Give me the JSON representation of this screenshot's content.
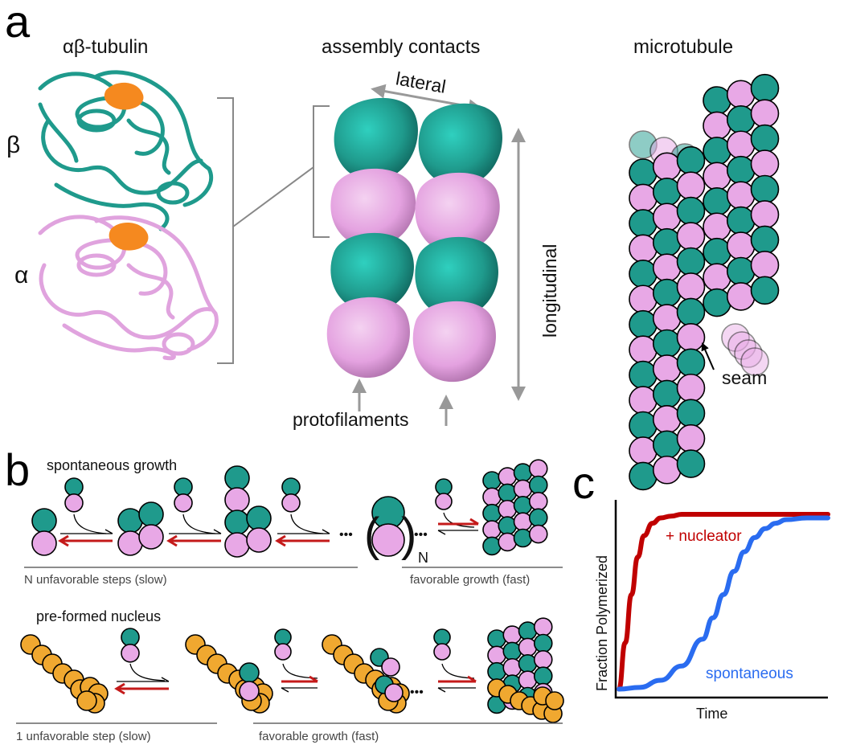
{
  "panels": {
    "a": "a",
    "b": "b",
    "c": "c"
  },
  "panel_a": {
    "tubulin_title": "αβ-tubulin",
    "beta_label": "β",
    "alpha_label": "α",
    "contacts_title": "assembly contacts",
    "lateral_label": "lateral",
    "longitudinal_label": "longitudinal",
    "protofilaments_label": "protofilaments",
    "microtubule_title": "microtubule",
    "seam_label": "seam"
  },
  "panel_b": {
    "spontaneous_title": "spontaneous growth",
    "n_label": "N",
    "dots": "•••",
    "unfavorable_n": "N unfavorable steps (slow)",
    "favorable_top": "favorable growth (fast)",
    "nucleus_title": "pre-formed nucleus",
    "unfavorable_1": "1 unfavorable step (slow)",
    "favorable_bottom": "favorable growth (fast)"
  },
  "colors": {
    "beta_teal": "#1f9a8c",
    "alpha_pink": "#e8a8e6",
    "nucleotide_orange": "#f5891f",
    "nucleus_gold": "#f0a830",
    "arrow_red": "#c41a1a",
    "nucleator_red": "#c00000",
    "spontaneous_blue": "#2a6cf0"
  },
  "chart_data": {
    "type": "line",
    "title": "",
    "xlabel": "Time",
    "ylabel": "Fraction Polymerized",
    "xlim": [
      0,
      10
    ],
    "ylim": [
      0,
      1
    ],
    "series": [
      {
        "name": "+ nucleator",
        "x": [
          0,
          0.3,
          0.6,
          0.9,
          1.2,
          1.6,
          2,
          2.5,
          3,
          4,
          5,
          6,
          7,
          8,
          9,
          10
        ],
        "values": [
          0.02,
          0.28,
          0.55,
          0.76,
          0.88,
          0.95,
          0.98,
          0.99,
          1,
          1,
          1,
          1,
          1,
          1,
          1,
          1
        ]
      },
      {
        "name": "spontaneous",
        "x": [
          0,
          1,
          2,
          3,
          4,
          4.5,
          5,
          5.5,
          6,
          6.5,
          7,
          7.5,
          8,
          9,
          10
        ],
        "values": [
          0.02,
          0.03,
          0.07,
          0.15,
          0.3,
          0.42,
          0.55,
          0.68,
          0.79,
          0.87,
          0.92,
          0.95,
          0.97,
          0.98,
          0.98
        ]
      }
    ]
  }
}
